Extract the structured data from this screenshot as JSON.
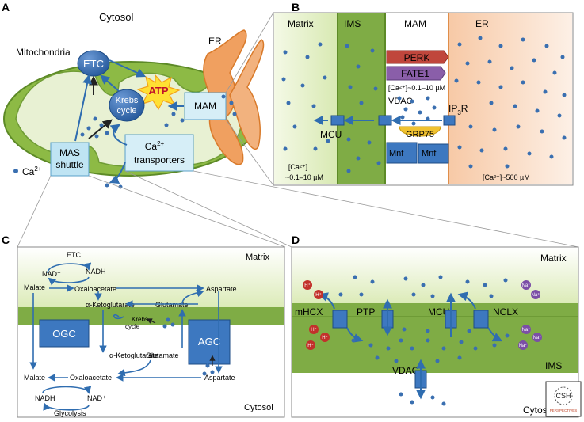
{
  "panel_a": {
    "letter": "A",
    "cytosol": "Cytosol",
    "mitochondria": "Mitochondria",
    "er": "ER",
    "etc": "ETC",
    "atp": "ATP",
    "krebs_1": "Krebs",
    "krebs_2": "cycle",
    "mam": "MAM",
    "mas_1": "MAS",
    "mas_2": "shuttle",
    "ca_tr_1": "Ca",
    "ca_tr_sup": "2+",
    "ca_tr_2": "transporters",
    "ca_label": "Ca",
    "ca_sup": "2+"
  },
  "panel_b": {
    "letter": "B",
    "matrix": "Matrix",
    "ims": "IMS",
    "mam": "MAM",
    "er": "ER",
    "perk": "PERK",
    "fate1": "FATE1",
    "mam_conc": "[Ca²⁺]~0.1–10 µM",
    "vdac": "VDAC",
    "ip3r_1": "IP",
    "ip3r_sub": "3",
    "ip3r_2": "R",
    "grp75": "GRP75",
    "mcu": "MCU",
    "mnf": "Mnf",
    "matrix_conc_1": "[Ca²⁺]",
    "matrix_conc_2": "~0.1–10 µM",
    "er_conc": "[Ca²⁺]~500 µM"
  },
  "panel_c": {
    "letter": "C",
    "matrix": "Matrix",
    "cytosol": "Cytosol",
    "etc": "ETC",
    "nad_top": "NAD⁺",
    "nadh_top": "NADH",
    "malate_top": "Malate",
    "oxaloacetate_top": "Oxaloacetate",
    "aspartate_top": "Aspartate",
    "akg_top": "α-Ketoglutarate",
    "glutamate_top": "Glutamate",
    "krebs_1": "Krebs",
    "krebs_2": "cycle",
    "ogc": "OGC",
    "agc": "AGC",
    "akg_bottom": "α-Ketoglutarate",
    "glutamate_bottom": "Glutamate",
    "malate_bottom": "Malate",
    "oxaloacetate_bottom": "Oxaloacetate",
    "aspartate_bottom": "Aspartate",
    "nadh_bottom": "NADH",
    "nad_bottom": "NAD⁺",
    "glycolysis": "Glycolysis"
  },
  "panel_d": {
    "letter": "D",
    "matrix": "Matrix",
    "ims": "IMS",
    "cytosol": "Cytosol",
    "mhcx": "mHCX",
    "ptp": "PTP",
    "mcu": "MCU",
    "nclx": "NCLX",
    "vdac": "VDAC",
    "h_ion": "H⁺",
    "na_ion": "Na⁺"
  },
  "logo": {
    "text_1": "CSH",
    "text_2": "PERSPECTIVES"
  },
  "colors": {
    "dot": "#3a6fb0",
    "membrane_green": "#6fa13a",
    "matrix_light": "#e6f0cf",
    "er_orange": "#f0a060",
    "arrow": "#2f6db0"
  }
}
